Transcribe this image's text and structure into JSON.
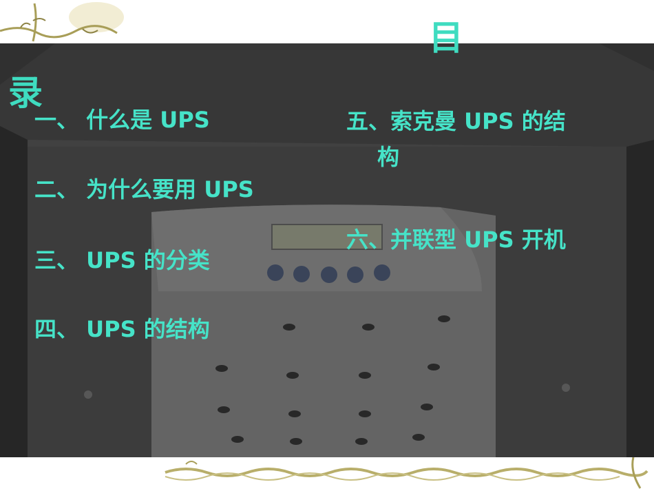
{
  "slide": {
    "title_char_1": "目",
    "title_char_2": "录",
    "left_items": [
      "一、 什么是 UPS",
      "二、 为什么要用 UPS",
      "三、 UPS 的分类",
      "四、 UPS 的结构"
    ],
    "right_items": [
      "五、索克曼 UPS 的结",
      "构",
      "六、并联型 UPS 开机"
    ]
  },
  "colors": {
    "accent_text": "#46e3c8",
    "photo_background": "#3b3b3b",
    "vine": "#b8ae6a"
  },
  "icons": {
    "decoration_top": "vine-ornament-icon",
    "decoration_bottom": "vine-border-icon"
  }
}
